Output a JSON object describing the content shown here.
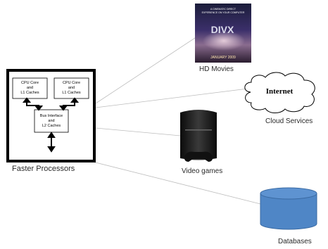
{
  "processor": {
    "core1": [
      "CPU Core",
      "and",
      "L1 Caches"
    ],
    "core2": [
      "CPU Core",
      "and",
      "L1 Caches"
    ],
    "l2": [
      "Bus Interface",
      "and",
      "L2 Caches"
    ],
    "label": "Faster Processors"
  },
  "movies": {
    "poster_tagline": [
      "A CINEMATIC DIRECT",
      "EXPERIENCE ON YOUR COMPUTER"
    ],
    "poster_logo": "DIVX",
    "poster_date": "JANUARY 2009",
    "label": "HD Movies"
  },
  "cloud": {
    "text": "Internet",
    "label": "Cloud Services"
  },
  "games": {
    "label": "Video games"
  },
  "databases": {
    "label": "Databases"
  },
  "colors": {
    "connector": "#bdbdbd",
    "ink": "#000000",
    "cylinder": "#4f86c6",
    "cylinder_edge": "#3a6aa3"
  }
}
